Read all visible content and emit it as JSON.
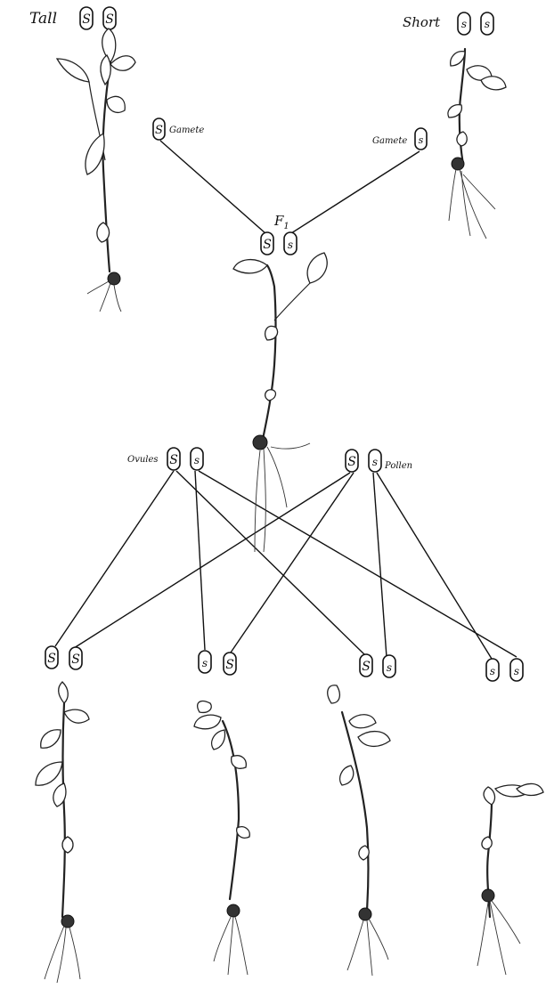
{
  "labels": {
    "tall": "Tall",
    "short": "Short",
    "gamete_left": "Gamete",
    "gamete_right": "Gamete",
    "f1": "F",
    "f1_sub": "1",
    "ovules": "Ovules",
    "pollen": "Pollen"
  },
  "alleles": {
    "tall_parent": [
      "S",
      "S"
    ],
    "short_parent": [
      "s",
      "s"
    ],
    "gamete_left": "S",
    "gamete_right": "s",
    "f1": [
      "S",
      "s"
    ],
    "ovules": [
      "S",
      "s"
    ],
    "pollen": [
      "S",
      "s"
    ],
    "f2": [
      [
        "S",
        "S"
      ],
      [
        "s",
        "S"
      ],
      [
        "S",
        "s"
      ],
      [
        "s",
        "s"
      ]
    ]
  }
}
